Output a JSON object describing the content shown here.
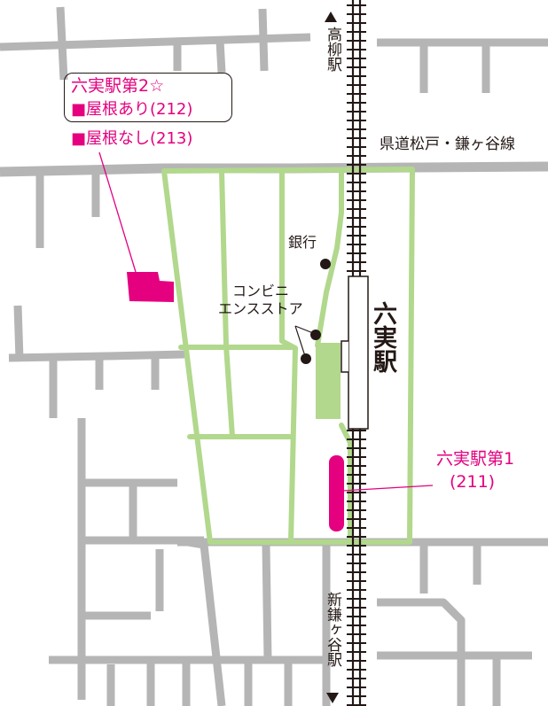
{
  "map": {
    "station_name": "六実駅",
    "north_station": "高柳駅",
    "south_station": "新鎌ヶ谷駅",
    "road_name": "県道松戸・鎌ヶ谷線",
    "bank": "銀行",
    "convenience_store_line1": "コンビニ",
    "convenience_store_line2": "エンスストア",
    "parking_2": {
      "title": "六実駅第2☆",
      "with_roof": "■屋根あり(212)",
      "without_roof": "■屋根なし(213)"
    },
    "parking_1": {
      "name": "六実駅第1",
      "code": "(211)"
    },
    "colors": {
      "road": "#b5b5b6",
      "area_outline": "#b1d88c",
      "parking": "#e4007f",
      "rail": "#231815",
      "text": "#231815"
    }
  }
}
